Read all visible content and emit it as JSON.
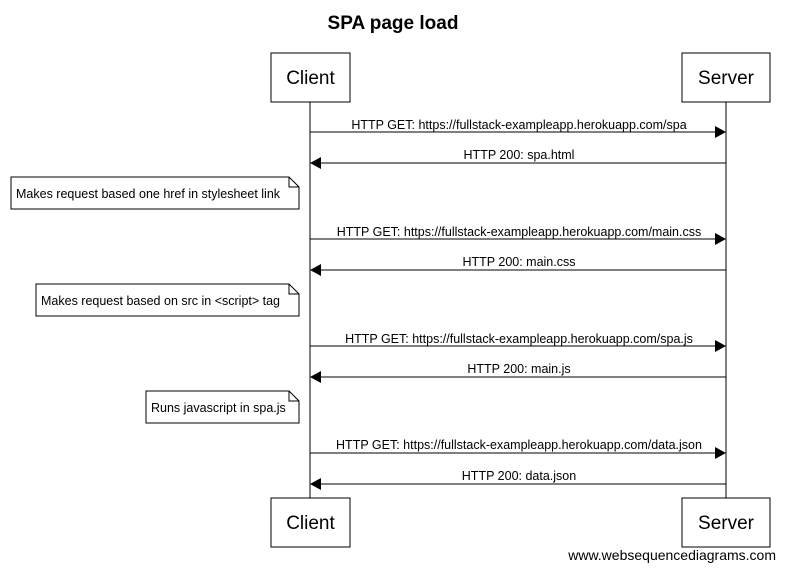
{
  "title": "SPA page load",
  "actors": {
    "client": "Client",
    "server": "Server"
  },
  "messages": [
    {
      "from": "client",
      "to": "server",
      "label": "HTTP GET: https://fullstack-exampleapp.herokuapp.com/spa"
    },
    {
      "from": "server",
      "to": "client",
      "label": "HTTP 200: spa.html"
    },
    {
      "from": "client",
      "to": "server",
      "label": "HTTP GET: https://fullstack-exampleapp.herokuapp.com/main.css"
    },
    {
      "from": "server",
      "to": "client",
      "label": "HTTP 200: main.css"
    },
    {
      "from": "client",
      "to": "server",
      "label": "HTTP GET: https://fullstack-exampleapp.herokuapp.com/spa.js"
    },
    {
      "from": "server",
      "to": "client",
      "label": "HTTP 200: main.js"
    },
    {
      "from": "client",
      "to": "server",
      "label": "HTTP GET: https://fullstack-exampleapp.herokuapp.com/data.json"
    },
    {
      "from": "server",
      "to": "client",
      "label": "HTTP 200: data.json"
    }
  ],
  "notes": [
    {
      "side": "left of client",
      "text": "Makes request based one href in stylesheet link"
    },
    {
      "side": "left of client",
      "text": "Makes request based on src in <script> tag"
    },
    {
      "side": "left of client",
      "text": "Runs javascript in spa.js"
    }
  ],
  "credit": "www.websequencediagrams.com"
}
